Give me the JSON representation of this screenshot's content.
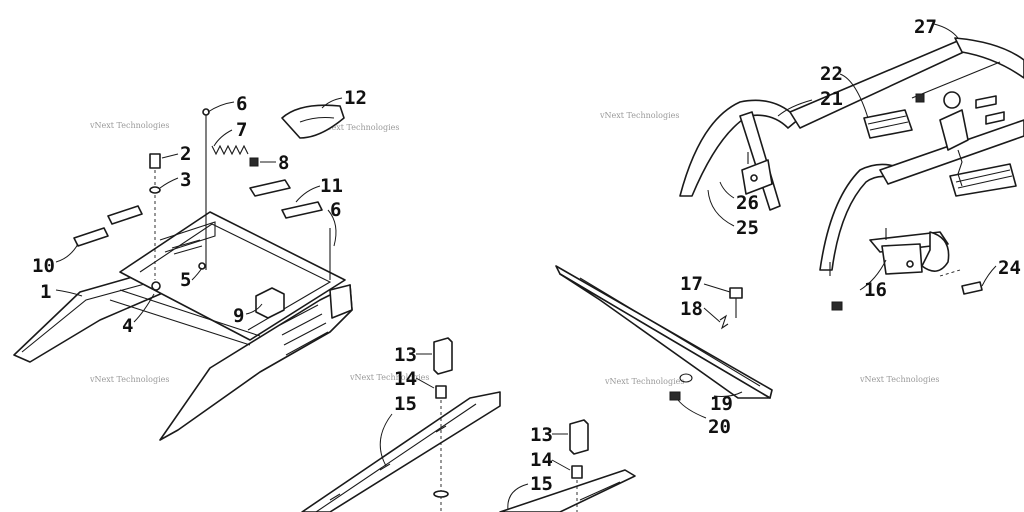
{
  "watermark": "vNext Technologies",
  "callouts": {
    "c1": "1",
    "c2": "2",
    "c3": "3",
    "c4": "4",
    "c5": "5",
    "c6a": "6",
    "c6b": "6",
    "c7": "7",
    "c8": "8",
    "c9": "9",
    "c10": "10",
    "c11": "11",
    "c12": "12",
    "c13a": "13",
    "c13b": "13",
    "c14a": "14",
    "c14b": "14",
    "c15a": "15",
    "c15b": "15",
    "c16": "16",
    "c17": "17",
    "c18": "18",
    "c19": "19",
    "c20": "20",
    "c21": "21",
    "c22": "22",
    "c24": "24",
    "c25": "25",
    "c26": "26",
    "c27": "27"
  }
}
